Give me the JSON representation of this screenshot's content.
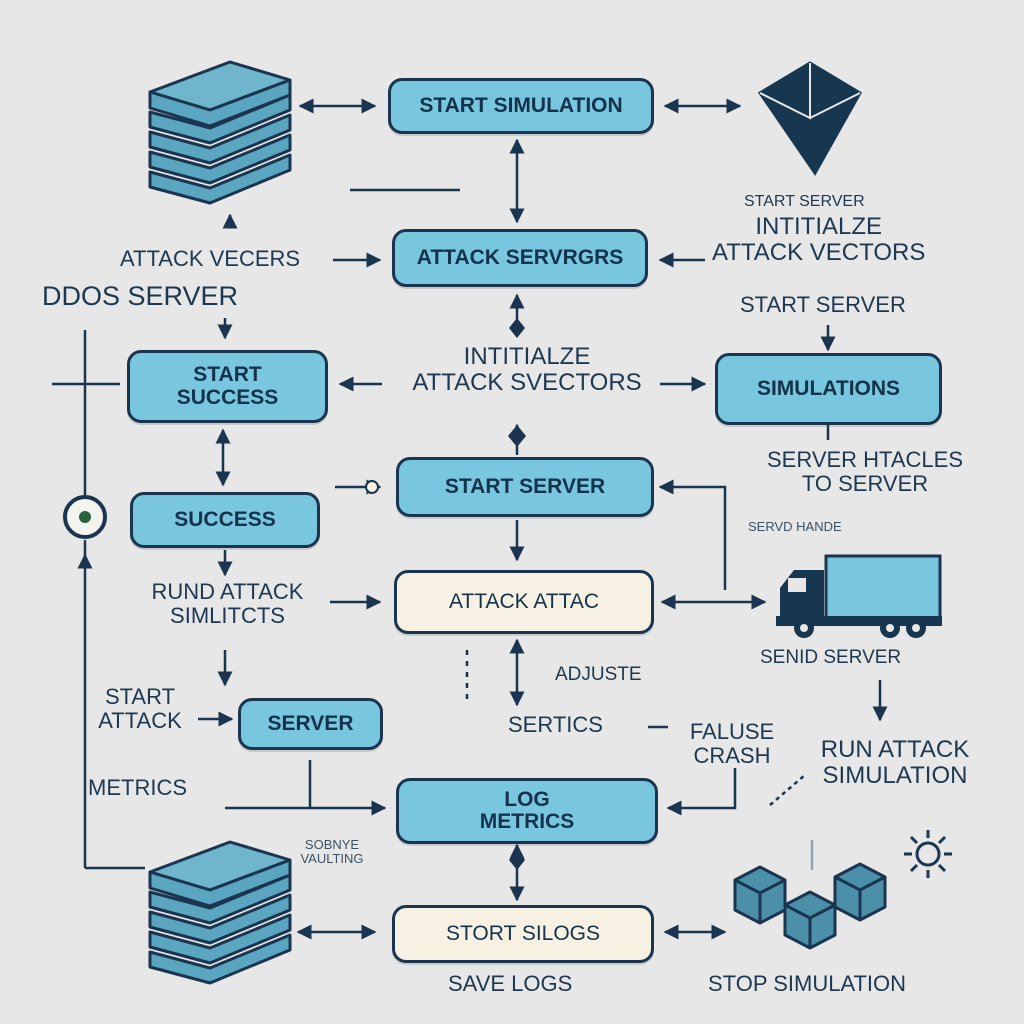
{
  "nodes": {
    "start_simulation": "START SIMULATION",
    "attack_servers": "ATTACK SERVRGRS",
    "start_success": "START\nSUCCESS",
    "success": "SUCCESS",
    "simulations": "SIMULATIONS",
    "start_server": "START SERVER",
    "attack_attac": "ATTACK ATTAC",
    "server": "SERVER",
    "log_metrics": "LOG\nMETRICS",
    "stort_silogs": "STORT SILOGS"
  },
  "labels": {
    "attack_vecers": "ATTACK VECERS",
    "ddos_server": "DDOS SERVER",
    "start_server_top": "START SERVER",
    "initialize_attack_vectors_right": "INTITIALZE\nATTACK VECTORS",
    "start_server_right": "START SERVER",
    "initialize_attack_vectors_center": "INTITIALZE\nATTACK SVECTORS",
    "server_handles": "SERVER HTACLES\nTO SERVER",
    "servd_hande": "SERVD HANDE",
    "rund_attack": "RUND ATTACK\nSIMLITCTS",
    "adjuste": "ADJUSTE",
    "sertics": "SERTICS",
    "send_server": "SENID SERVER",
    "start_attack": "START\nATTACK",
    "falure_crash": "FALUSE\nCRASH",
    "run_attack_simulation": "RUN ATTACK\nSIMULATION",
    "metrics": "METRICS",
    "sobnye_vaulting": "SOBNYE\nVAULTING",
    "save_logs": "SAVE LOGS",
    "stop_simulation": "STOP SIMULATION"
  },
  "colors": {
    "background": "#e6e7e6",
    "box_fill": "#79c6df",
    "box_fill_alt": "#f6f1e2",
    "stroke": "#1b3550",
    "icon_fill": "#6fb6cc"
  }
}
